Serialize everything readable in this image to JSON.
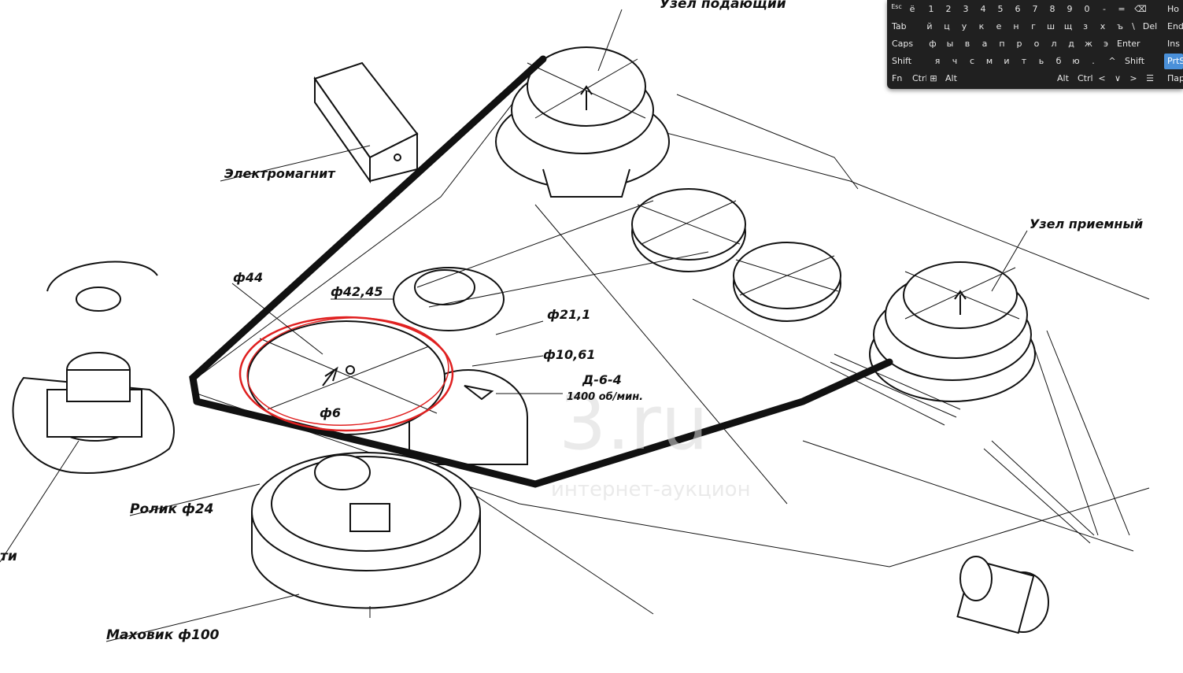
{
  "drawing": {
    "labels": {
      "feed_unit": "Узел подающий",
      "electromagnet": "Электромагнит",
      "takeup_unit": "Узел приемный",
      "d44": "ф44",
      "d42_45": "ф42,45",
      "d21_1": "ф21,1",
      "d10_61": "ф10,61",
      "motor": "Д-6-4",
      "rpm": "1400 об/мин.",
      "d6": "ф6",
      "roller": "Ролик ф24",
      "flywheel": "Маховик ф100",
      "partial_left": "ти"
    },
    "watermark": "интернет-аукцион"
  },
  "keyboard": {
    "rows": [
      [
        "Esc",
        "ё",
        "1",
        "2",
        "3",
        "4",
        "5",
        "6",
        "7",
        "8",
        "9",
        "0",
        "-",
        "=",
        "⌫"
      ],
      [
        "Tab",
        "й",
        "ц",
        "у",
        "к",
        "е",
        "н",
        "г",
        "ш",
        "щ",
        "з",
        "х",
        "ъ",
        "\\",
        "Del"
      ],
      [
        "Caps",
        "ф",
        "ы",
        "в",
        "а",
        "п",
        "р",
        "о",
        "л",
        "д",
        "ж",
        "э",
        "Enter"
      ],
      [
        "Shift",
        "я",
        "ч",
        "с",
        "м",
        "и",
        "т",
        "ь",
        "б",
        "ю",
        ".",
        "^",
        "Shift"
      ],
      [
        "Fn",
        "Ctrl",
        "⊞",
        "Alt",
        "",
        "Alt",
        "Ctrl",
        "<",
        "∨",
        ">",
        "☰"
      ]
    ],
    "side_keys": [
      "Ho",
      "End",
      "Ins",
      "PrtS",
      "Пар"
    ]
  }
}
